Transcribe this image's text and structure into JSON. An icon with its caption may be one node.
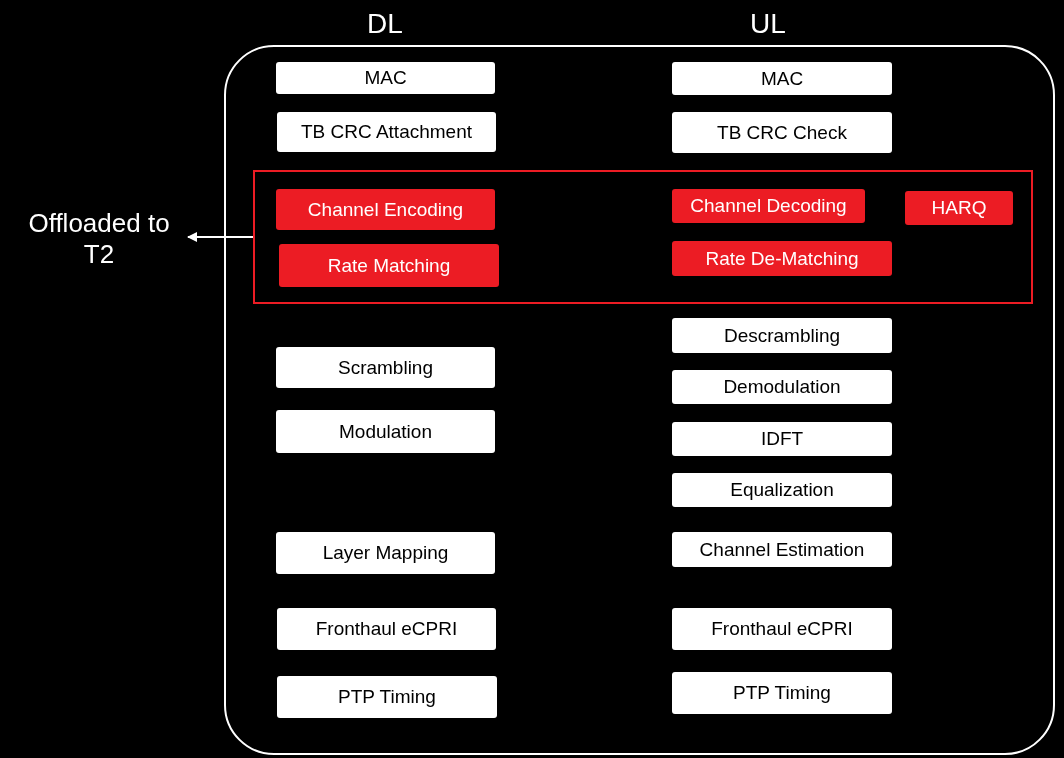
{
  "diagram": {
    "nodes": [
      {
        "text": [],
        "shape": "box"
      },
      {
        "text": [
          "MAC"
        ],
        "in": 0
      },
      {
        "text": [
          "MAC"
        ],
        "in": 0
      },
      {
        "text": [
          "TB CRC Attachment"
        ],
        "in": 0
      },
      {
        "text": [
          "TB CRC Check"
        ],
        "in": 0
      },
      {
        "text": [],
        "shape": "box",
        "in": 0
      },
      {
        "text": [
          "Channel Encoding"
        ],
        "in": 5
      },
      {
        "text": [
          "Channel Decoding"
        ],
        "in": 5
      },
      {
        "text": [
          "HARQ"
        ],
        "in": 5
      },
      {
        "text": [
          "Rate Matching"
        ],
        "in": 5
      },
      {
        "text": [
          "Rate De-Matching"
        ],
        "in": 5
      },
      {
        "text": [
          "Descrambling"
        ],
        "in": 0
      },
      {
        "text": [
          "Scrambling"
        ],
        "in": 0
      },
      {
        "text": [
          "Demodulation"
        ],
        "in": 0
      },
      {
        "text": [
          "Modulation"
        ],
        "in": 0
      },
      {
        "text": [
          "IDFT"
        ],
        "in": 0
      },
      {
        "text": [
          "Equalization"
        ],
        "in": 0
      },
      {
        "text": [
          "Layer Mapping"
        ],
        "in": 0
      },
      {
        "text": [
          "Channel Estimation"
        ],
        "in": 0
      },
      {
        "text": [
          "Fronthaul eCPRI"
        ],
        "in": 0
      },
      {
        "text": [
          "Fronthaul eCPRI"
        ],
        "in": 0
      },
      {
        "text": [
          "PTP Timing"
        ],
        "in": 0
      },
      {
        "text": [
          "PTP Timing"
        ],
        "in": 0
      },
      {
        "text": [
          "Offloaded to T2"
        ]
      }
    ],
    "edges": [
      {
        "from": 5,
        "to": 23,
        "arrow": "to"
      }
    ],
    "labels": [
      "DL",
      "UL"
    ]
  }
}
